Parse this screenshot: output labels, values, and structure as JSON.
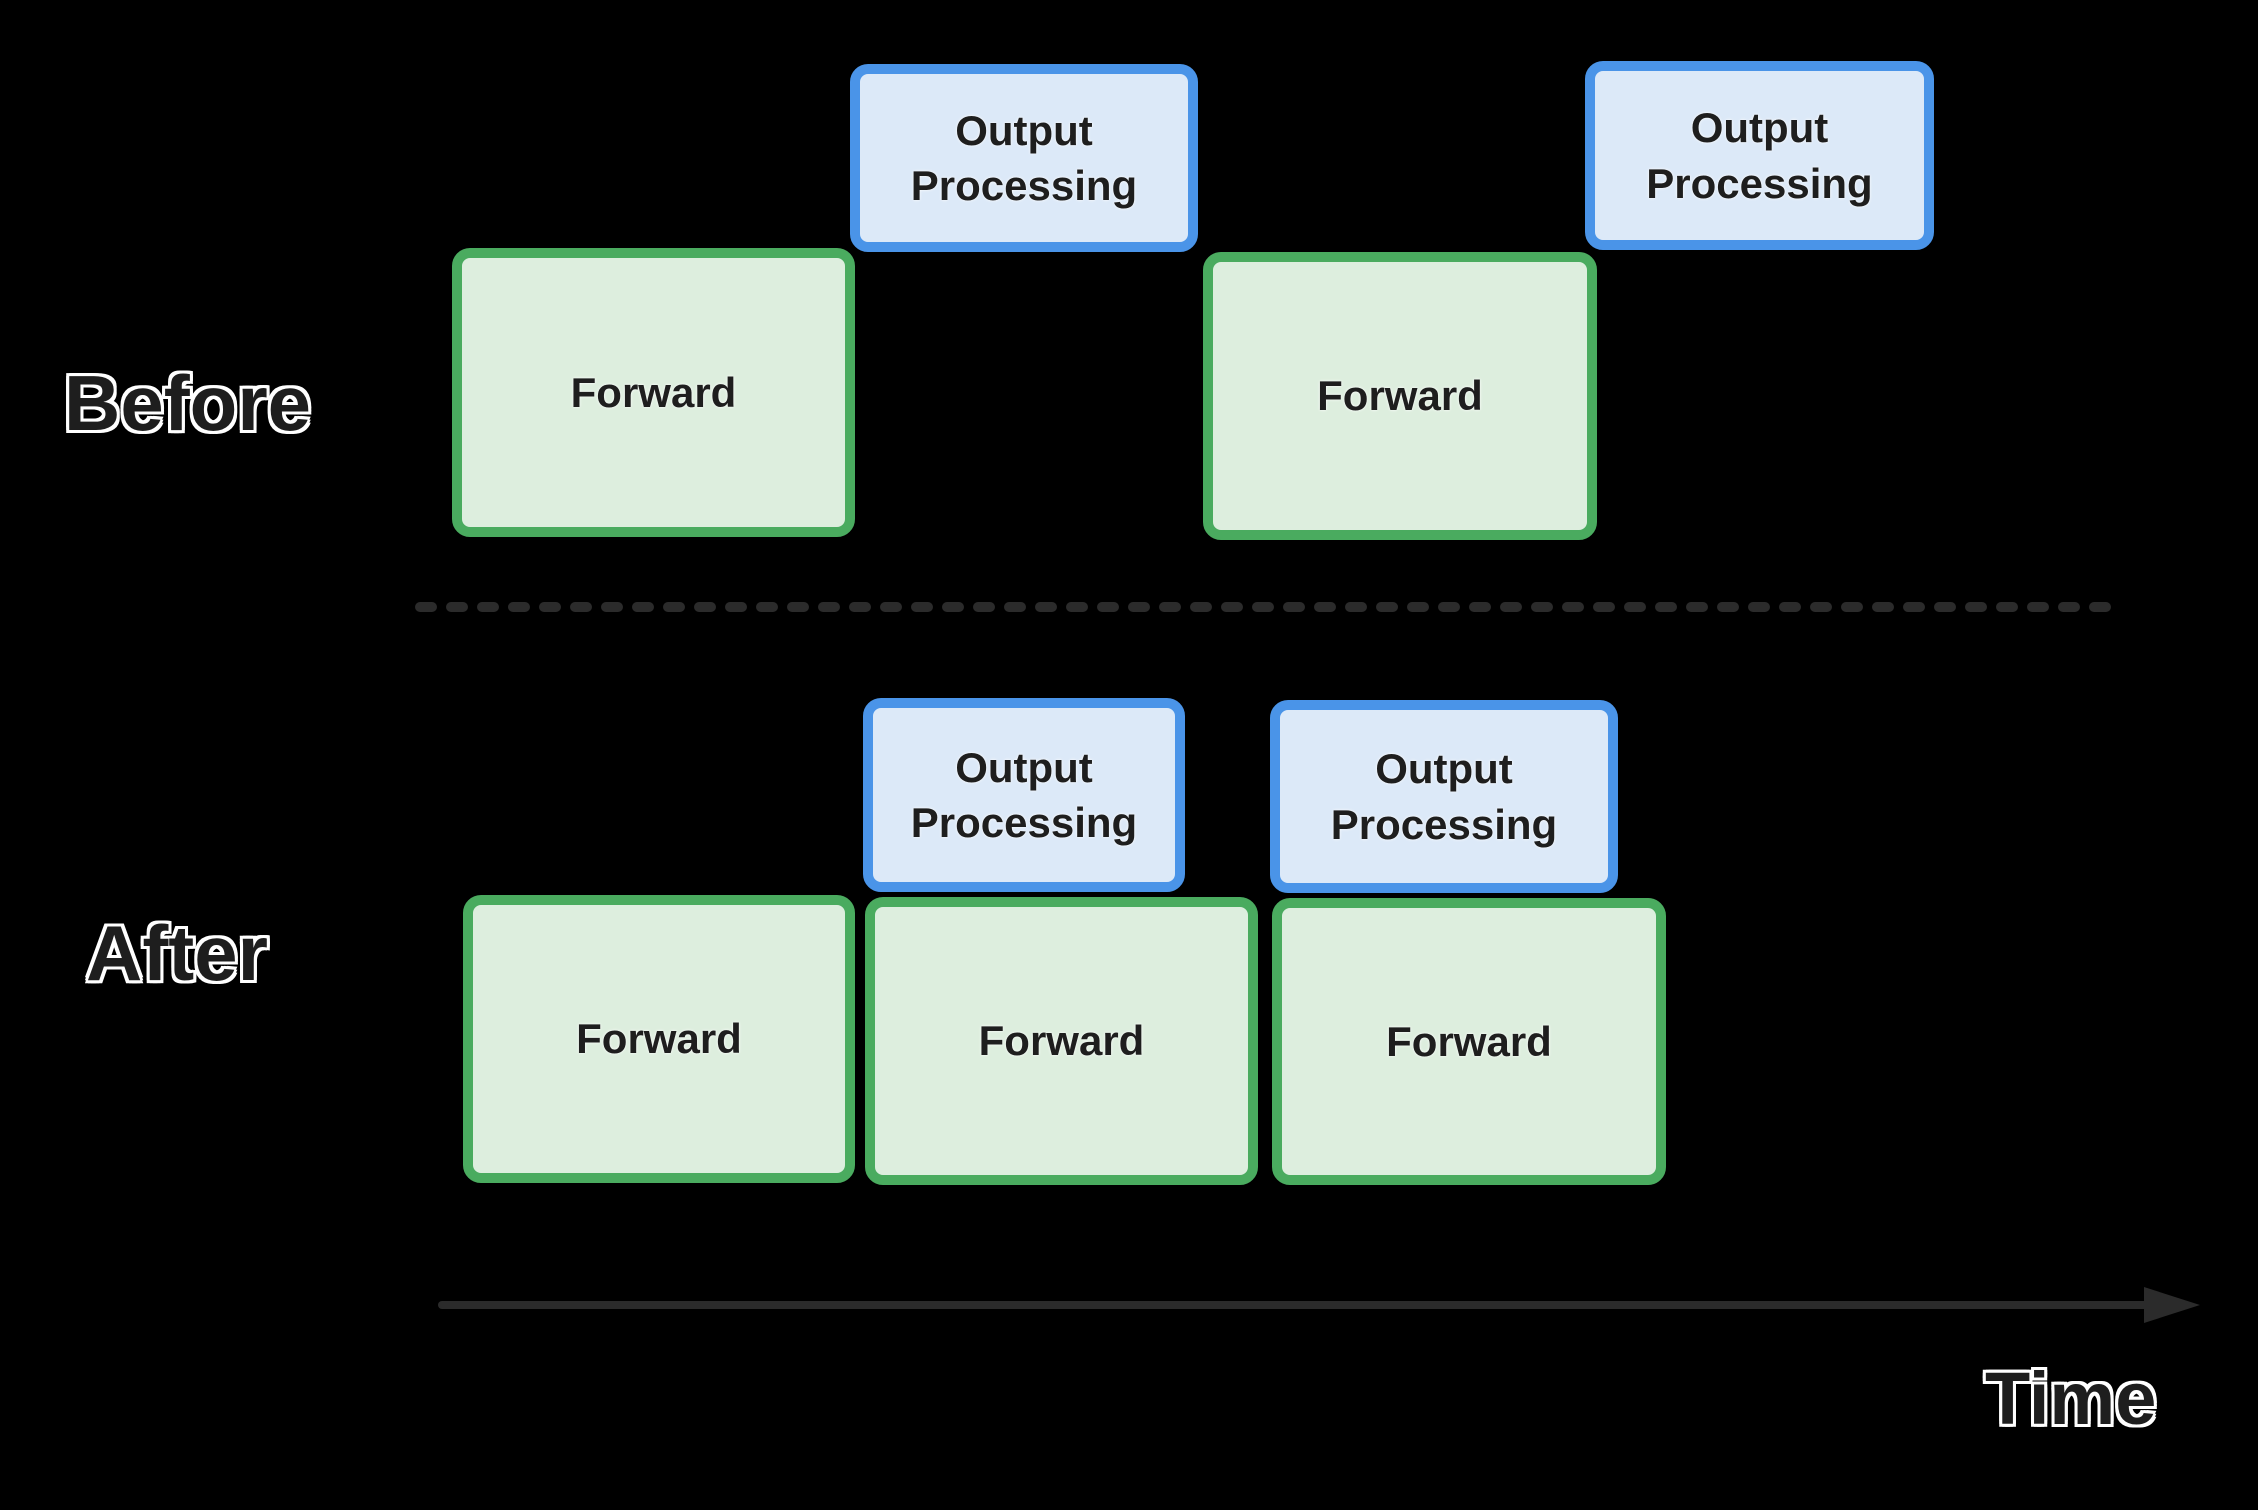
{
  "rows": [
    {
      "label": "Before",
      "boxes": [
        {
          "type": "forward",
          "label": "Forward"
        },
        {
          "type": "output-processing",
          "label": "Output Processing"
        },
        {
          "type": "forward",
          "label": "Forward"
        },
        {
          "type": "output-processing",
          "label": "Output Processing"
        }
      ]
    },
    {
      "label": "After",
      "boxes": [
        {
          "type": "forward",
          "label": "Forward"
        },
        {
          "type": "forward",
          "label": "Forward"
        },
        {
          "type": "forward",
          "label": "Forward"
        },
        {
          "type": "output-processing",
          "label": "Output Processing"
        },
        {
          "type": "output-processing",
          "label": "Output Processing"
        }
      ]
    }
  ],
  "axis": {
    "label": "Time"
  },
  "colors": {
    "background": "#000000",
    "forward_fill": "#ddeede",
    "forward_border": "#4aab5f",
    "output_fill": "#dce9f8",
    "output_border": "#4a94e8",
    "separator": "#2b2b2b",
    "arrow": "#2b2b2b",
    "text": "#1e1e1e"
  }
}
